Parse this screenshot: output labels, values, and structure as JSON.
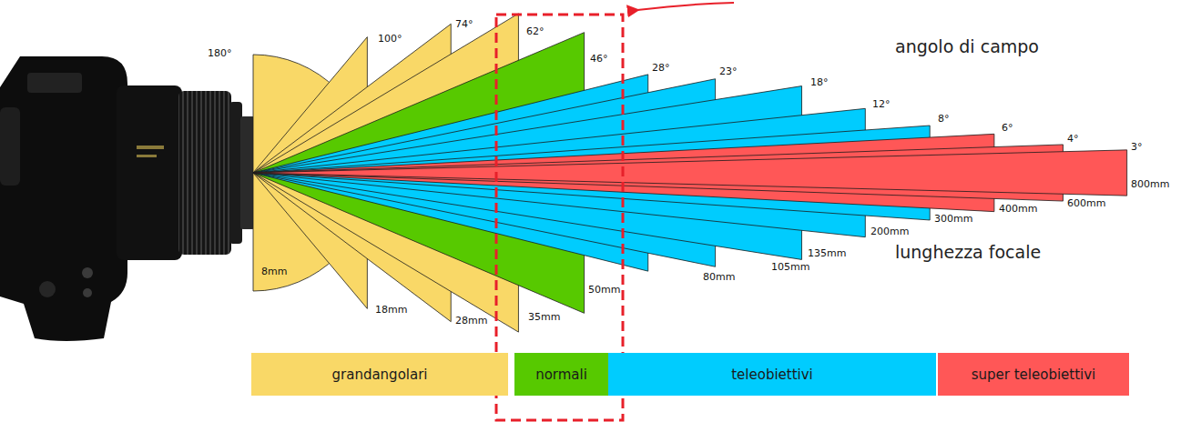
{
  "diagram": {
    "nodes": [
      {
        "text": [
          "grandangolari"
        ]
      },
      {
        "text": [
          "normali"
        ]
      },
      {
        "text": [
          "teleobiettivi"
        ]
      },
      {
        "text": [
          "super teleobiettivi"
        ]
      }
    ],
    "labels": [
      "180°",
      "100°",
      "74°",
      "62°",
      "46°",
      "28°",
      "23°",
      "18°",
      "12°",
      "8°",
      "6°",
      "4°",
      "3°",
      "angolo di campo",
      "8mm",
      "18mm",
      "28mm",
      "35mm",
      "50mm",
      "80mm",
      "105mm",
      "135mm",
      "200mm",
      "300mm",
      "400mm",
      "600mm",
      "800mm",
      "lunghezza focale"
    ]
  }
}
